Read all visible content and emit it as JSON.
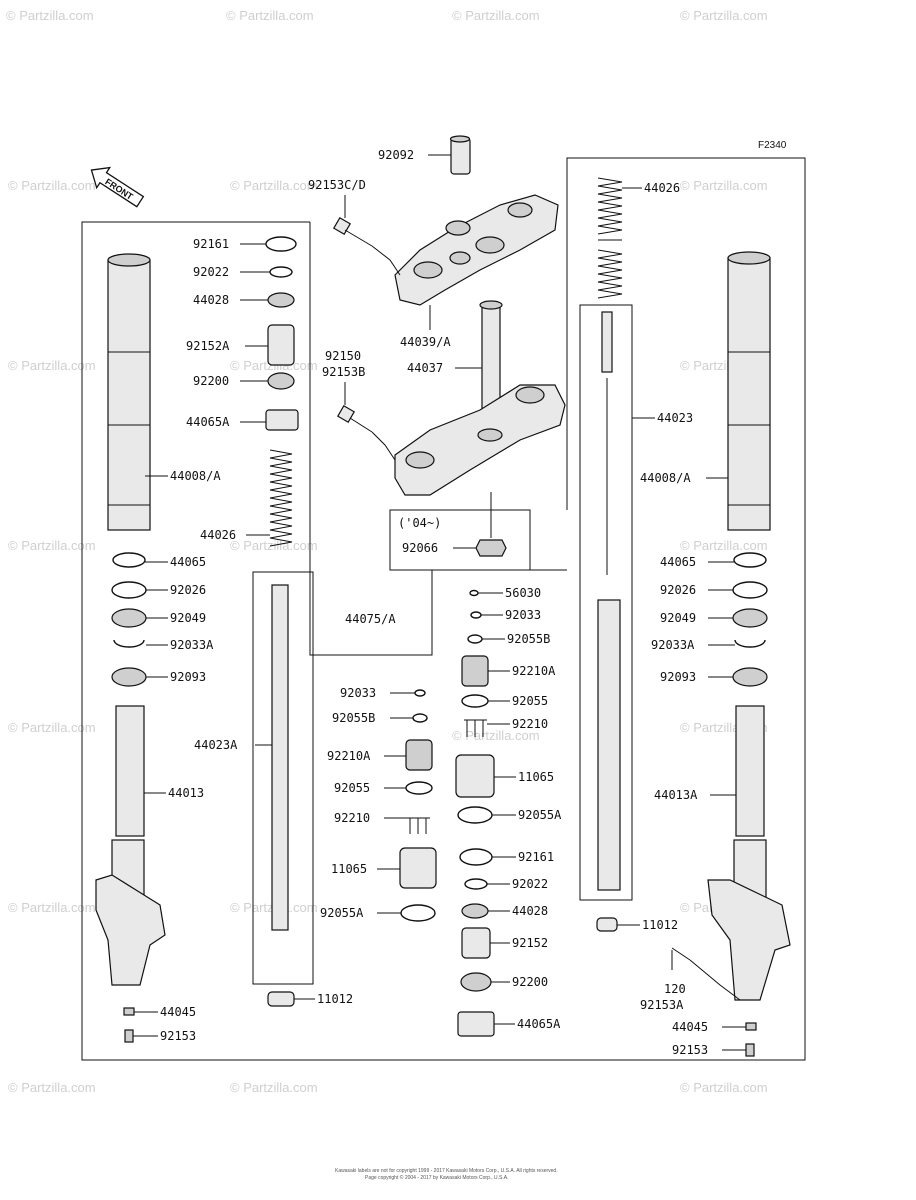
{
  "diagram": {
    "figure_code": "F2340",
    "front_label": "FRONT",
    "year_note": "('04~)",
    "footer_lines": [
      "Kawasaki labels are not for copyright 1999 - 2017 Kawasaki Motors Corp., U.S.A. All rights reserved.",
      "Page copyright © 2004 - 2017 by Kawasaki Motors Corp., U.S.A."
    ],
    "watermark": "© Partzilla.com",
    "labels": {
      "l92092": "92092",
      "l92153CD": "92153C/D",
      "l44039A": "44039/A",
      "l92150": "92150",
      "l92153B": "92153B",
      "l44037": "44037",
      "l92066": "92066",
      "l44075A": "44075/A",
      "lL92161": "92161",
      "lL92022": "92022",
      "lL44028": "44028",
      "lL92152A": "92152A",
      "lL92200": "92200",
      "lL44065A": "44065A",
      "lL44008A": "44008/A",
      "lL44026": "44026",
      "lL44065": "44065",
      "lL92026": "92026",
      "lL92049": "92049",
      "lL92033A": "92033A",
      "lL92093": "92093",
      "lL44023A": "44023A",
      "lL44013": "44013",
      "lL44045": "44045",
      "lL92153": "92153",
      "lL11012": "11012",
      "lM92033": "92033",
      "lM92055B": "92055B",
      "lM92210A": "92210A",
      "lM92055": "92055",
      "lM92210": "92210",
      "lM11065": "11065",
      "lM92055A": "92055A",
      "lC56030": "56030",
      "lC92033": "92033",
      "lC92055B": "92055B",
      "lC92210A": "92210A",
      "lC92055": "92055",
      "lC92210": "92210",
      "lC11065": "11065",
      "lC92055A": "92055A",
      "lC92161": "92161",
      "lC92022": "92022",
      "lC44028": "44028",
      "lC92152": "92152",
      "lC92200": "92200",
      "lC44065A": "44065A",
      "lR44026": "44026",
      "lR44023": "44023",
      "lR44008A": "44008/A",
      "lR44065": "44065",
      "lR92026": "92026",
      "lR92049": "92049",
      "lR92033A": "92033A",
      "lR92093": "92093",
      "lR44013A": "44013A",
      "lR11012": "11012",
      "lR120": "120",
      "lR92153A": "92153A",
      "lR44045": "44045",
      "lR92153": "92153"
    }
  }
}
